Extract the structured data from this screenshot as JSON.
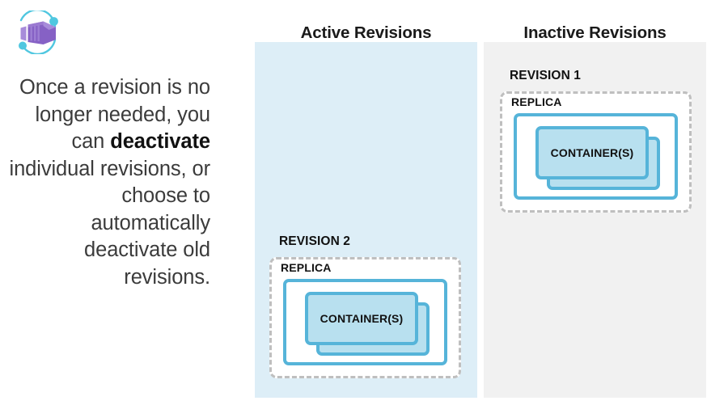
{
  "left_panel": {
    "icon_name": "azure-container-apps-icon",
    "caption_prefix": "Once a revision is no longer needed, you can ",
    "caption_emphasis": "deactivate",
    "caption_suffix": " individual revisions, or choose to automatically deactivate old revisions."
  },
  "columns": [
    {
      "id": "active",
      "title": "Active Revisions",
      "background": "#ddeef7"
    },
    {
      "id": "inactive",
      "title": "Inactive Revisions",
      "background": "#f1f1f1"
    }
  ],
  "revisions": [
    {
      "id": "revision-1",
      "label": "REVISION 1",
      "replica_label": "REPLICA",
      "container_label": "CONTAINER(S)",
      "column": "inactive"
    },
    {
      "id": "revision-2",
      "label": "REVISION 2",
      "replica_label": "REPLICA",
      "container_label": "CONTAINER(S)",
      "column": "active"
    }
  ],
  "colors": {
    "accent_blue": "#56b4d9",
    "container_fill": "#b8e0ef",
    "active_panel": "#ddeef7",
    "inactive_panel": "#f1f1f1",
    "dashed_border": "#bfbfbf",
    "icon_purple": "#8661c5",
    "icon_cyan": "#50c7e0"
  }
}
